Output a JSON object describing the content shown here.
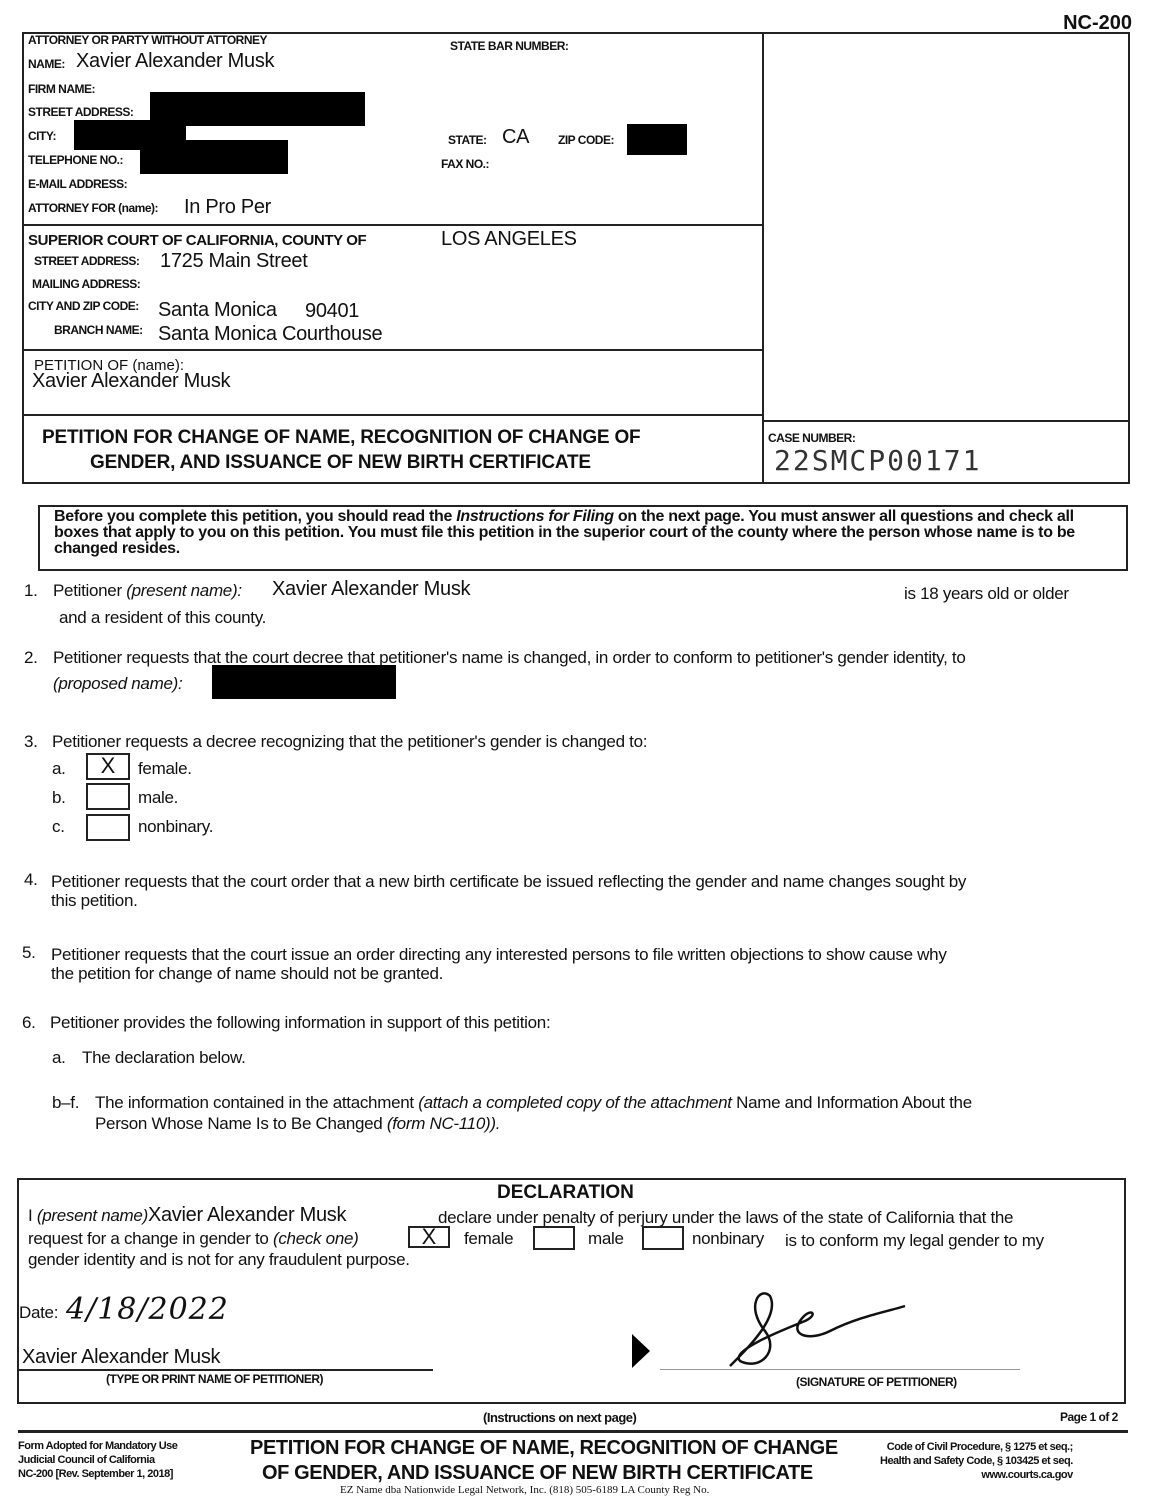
{
  "form_id": "NC-200",
  "header": {
    "attorney_label": "ATTORNEY OR PARTY WITHOUT ATTORNEY",
    "state_bar_label": "STATE BAR NUMBER:",
    "name_label": "NAME:",
    "name": "Xavier Alexander Musk",
    "firm_label": "FIRM NAME:",
    "street_label": "STREET ADDRESS:",
    "city_label": "CITY:",
    "state_label": "STATE:",
    "state": "CA",
    "zip_label": "ZIP CODE:",
    "phone_label": "TELEPHONE NO.:",
    "fax_label": "FAX NO.:",
    "email_label": "E-MAIL ADDRESS:",
    "attorney_for_label": "ATTORNEY FOR (name):",
    "attorney_for": "In Pro Per"
  },
  "court": {
    "title": "SUPERIOR COURT OF CALIFORNIA, COUNTY OF",
    "county": "LOS ANGELES",
    "street_label": "STREET ADDRESS:",
    "street": "1725 Main Street",
    "mailing_label": "MAILING ADDRESS:",
    "cityzip_label": "CITY AND ZIP CODE:",
    "city": "Santa Monica",
    "zip": "90401",
    "branch_label": "BRANCH NAME:",
    "branch": "Santa Monica Courthouse"
  },
  "petition_of": {
    "label": "PETITION OF (name):",
    "name": "Xavier Alexander Musk"
  },
  "title": {
    "line1": "PETITION FOR CHANGE OF NAME, RECOGNITION OF CHANGE OF",
    "line2": "GENDER,  AND  ISSUANCE OF NEW BIRTH CERTIFICATE"
  },
  "case": {
    "label": "CASE NUMBER:",
    "number": "22SMCP00171"
  },
  "notice": {
    "p1": "Before you complete this petition, you should read the ",
    "italic": "Instructions for Filing",
    "p2": " on the next page. You must answer all questions and check all boxes that apply to you on this petition. You must file this petition in the superior court of the county where the person whose name is to be changed resides."
  },
  "items": {
    "i1": {
      "num": "1.",
      "label": "Petitioner ",
      "italic": "(present name):",
      "name": "Xavier Alexander Musk",
      "age": "is 18 years old or older",
      "line2": "and a resident of this county."
    },
    "i2": {
      "num": "2.",
      "text": "Petitioner requests that the court decree that petitioner's name is changed, in order to conform to petitioner's gender identity, to",
      "italic": "(proposed name):"
    },
    "i3": {
      "num": "3.",
      "text": "Petitioner requests a decree recognizing that the petitioner's gender is changed to:",
      "options": [
        {
          "letter": "a.",
          "label": "female.",
          "mark": "X"
        },
        {
          "letter": "b.",
          "label": "male.",
          "mark": ""
        },
        {
          "letter": "c.",
          "label": "nonbinary.",
          "mark": ""
        }
      ]
    },
    "i4": {
      "num": "4.",
      "line1": "Petitioner requests that the court order that a new birth certificate be issued reflecting the gender and name changes sought by",
      "line2": "this petition."
    },
    "i5": {
      "num": "5.",
      "line1": "Petitioner requests that the court issue an order directing any interested persons to file written objections to show cause why",
      "line2": "the petition for change of name should not be granted."
    },
    "i6": {
      "num": "6.",
      "text": "Petitioner provides the following information in support of this petition:",
      "a_letter": "a.",
      "a_text": "The declaration below.",
      "bf_letter": "b–f.",
      "bf_text1": "The information contained in the attachment ",
      "bf_italic": "(attach a completed copy of the attachment",
      "bf_text2": " Name and Information About the",
      "bf_line2": "Person Whose Name Is to Be Changed ",
      "bf_italic2": "(form NC-110))."
    }
  },
  "declaration": {
    "heading": "DECLARATION",
    "i_label": "I ",
    "present_italic": "(present name)",
    "name": "Xavier Alexander Musk",
    "text1": "declare under penalty of perjury under the laws of the state of California that the",
    "text2": "request for a change in gender to ",
    "check_italic": "(check one)",
    "female": "female",
    "female_mark": "X",
    "male": "male",
    "nonbinary": "nonbinary",
    "text3": "is to conform my legal gender to my",
    "text4": "gender identity and is not for any fraudulent purpose.",
    "date_label": "Date:",
    "date": "4/18/2022",
    "printed_name": "Xavier Alexander Musk",
    "print_label": "(TYPE OR PRINT NAME OF PETITIONER)",
    "sig_label": "(SIGNATURE OF PETITIONER)"
  },
  "footer": {
    "instructions": "(Instructions on next page)",
    "page": "Page 1 of 2",
    "adopted1": "Form Adopted for Mandatory Use",
    "adopted2": "Judicial Council of California",
    "adopted3": "NC-200 [Rev. September 1, 2018]",
    "title1": "PETITION FOR CHANGE OF NAME, RECOGNITION OF CHANGE",
    "title2": "OF GENDER,  AND  ISSUANCE OF NEW BIRTH CERTIFICATE",
    "code1": "Code of Civil Procedure, § 1275 et seq.;",
    "code2": "Health and Safety Code, § 103425 et seq.",
    "site": "www.courts.ca.gov",
    "publisher": "EZ Name  dba Nationwide Legal Network, Inc. (818) 505-6189  LA County Reg No."
  }
}
